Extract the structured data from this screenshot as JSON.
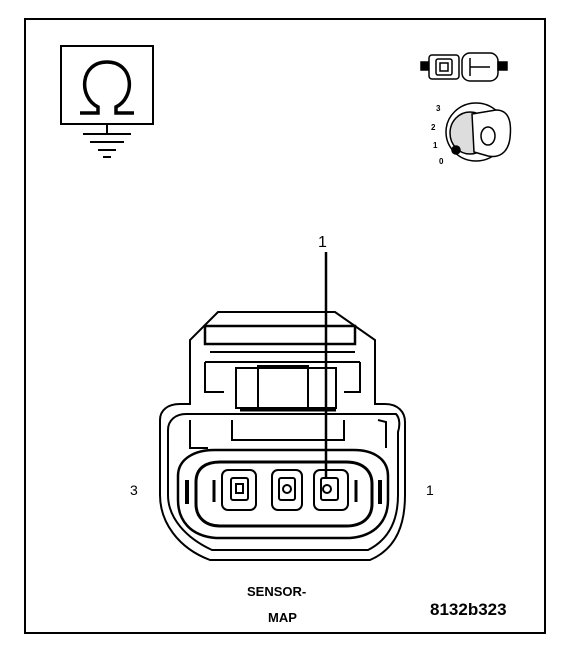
{
  "connector": {
    "callout_label": "1",
    "pin_left_label": "3",
    "pin_right_label": "1"
  },
  "caption": {
    "line1": "SENSOR-",
    "line2": "MAP"
  },
  "figure_id": "8132b323",
  "ignition_key_positions": [
    "3",
    "2",
    "1",
    "0"
  ],
  "icons": {
    "resistance": "ohm-ground-icon",
    "disconnect": "connector-disconnect-icon",
    "ignition": "ignition-key-off-icon"
  }
}
